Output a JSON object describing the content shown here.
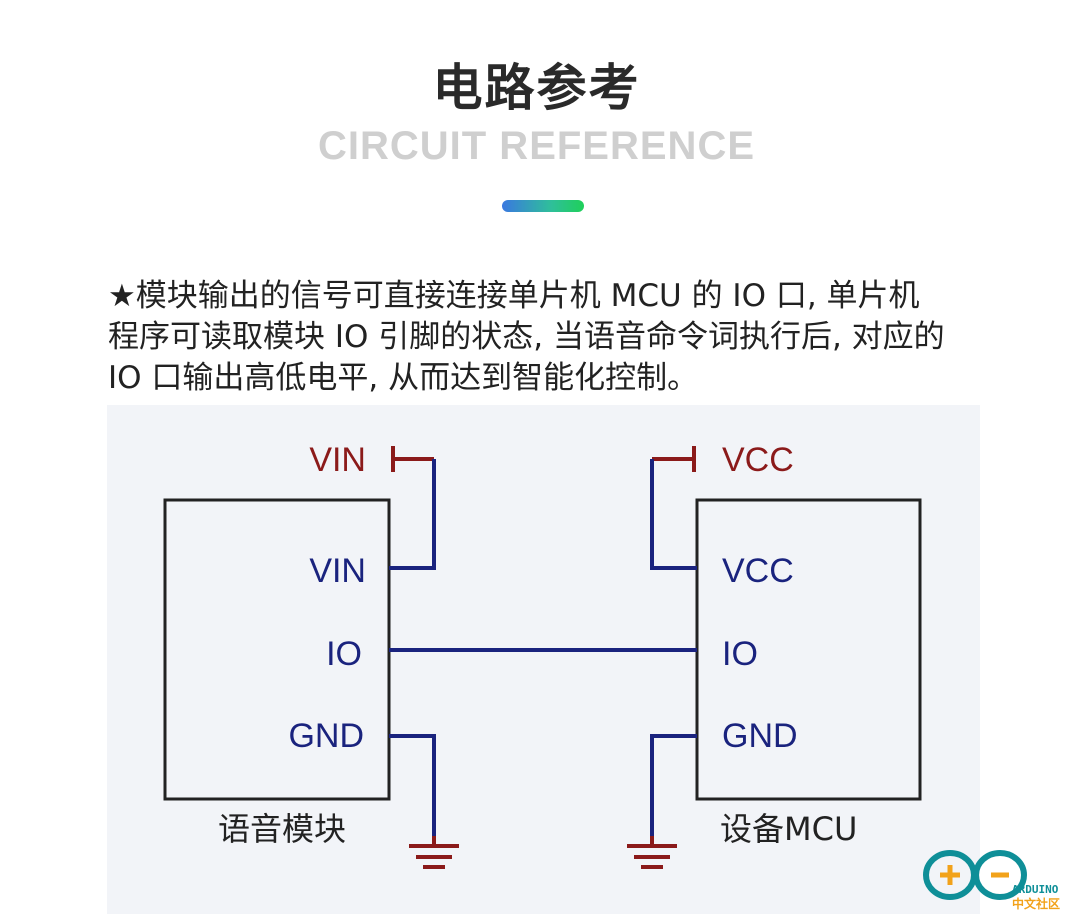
{
  "header": {
    "title": "电路参考",
    "subtitle": "CIRCUIT REFERENCE"
  },
  "description": {
    "lines": [
      "★模块输出的信号可直接连接单片机 MCU 的 IO 口, 单片机",
      "程序可读取模块 IO 引脚的状态, 当语音命令词执行后, 对应的",
      "IO 口输出高低电平, 从而达到智能化控制。"
    ]
  },
  "diagram": {
    "left_module": {
      "supply_label": "VIN",
      "pins": [
        "VIN",
        "IO",
        "GND"
      ],
      "caption": "语音模块"
    },
    "right_module": {
      "supply_label": "VCC",
      "pins": [
        "VCC",
        "IO",
        "GND"
      ],
      "caption": "设备MCU"
    },
    "colors": {
      "wire": "#1a237e",
      "power": "#8b1a1a",
      "box": "#222222"
    }
  },
  "logo": {
    "name": "ARDUINO",
    "subtitle": "中文社区",
    "colors": {
      "ring": "#0f8f98",
      "accent": "#f2a21a"
    }
  }
}
